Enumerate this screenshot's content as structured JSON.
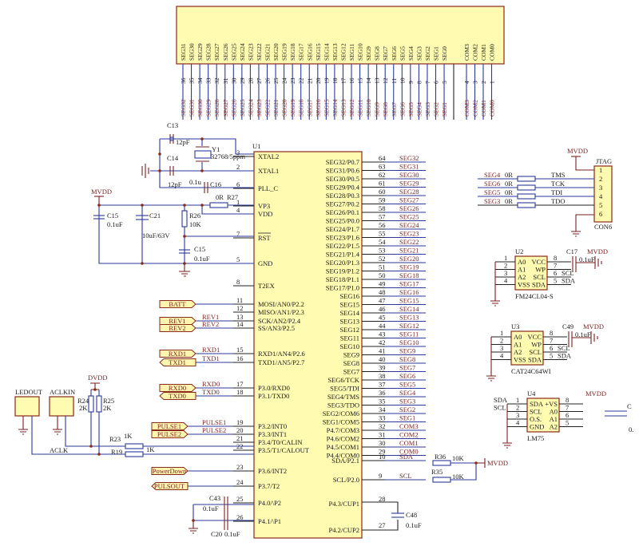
{
  "diagram": {
    "type": "electronic-schematic",
    "lcd": {
      "top_labels": [
        "SEG31",
        "SEG30",
        "SEG29",
        "SEG28",
        "SEG27",
        "SEG26",
        "SEG25",
        "SEG24",
        "SEG23",
        "SEG22",
        "SEG21",
        "SEG20",
        "SEG19",
        "SEG18",
        "SEG17",
        "SEG16",
        "SEG15",
        "SEG14",
        "SEG13",
        "SEG12",
        "SEG11",
        "SEG10",
        "SEG9",
        "SEG8",
        "SEG7",
        "SEG6",
        "SEG5",
        "SEG4",
        "SEG3",
        "SEG2",
        "SEG1",
        "SEG0"
      ],
      "com_labels": [
        "COM3",
        "COM2",
        "COM1",
        "COM0"
      ],
      "seg_pins": [
        "36",
        "35",
        "34",
        "33",
        "32",
        "31",
        "30",
        "29",
        "28",
        "27",
        "26",
        "25",
        "24",
        "23",
        "22",
        "21",
        "20",
        "19",
        "18",
        "17",
        "16",
        "15",
        "14",
        "13",
        "12",
        "11",
        "10",
        "9",
        "8",
        "7",
        "6",
        "5"
      ],
      "seg_nets": [
        "SEG32",
        "SEG31",
        "SEG30",
        "SEG29",
        "SEG28",
        "SEG27",
        "SEG26",
        "SEG25",
        "SEG24",
        "SEG23",
        "SEG22",
        "SEG21",
        "SEG20",
        "SEG19",
        "SEG18",
        "SEG17",
        "SEG16",
        "SEG15",
        "SEG14",
        "SEG13",
        "SEG12",
        "SEG11",
        "SEG10",
        "SEG9",
        "SEG8",
        "SEG7",
        "SEG6",
        "SEG5",
        "SEG4",
        "SEG3",
        "SEG2",
        "SEG1"
      ],
      "com_pins": [
        "4",
        "3",
        "2",
        "1"
      ],
      "com_nets": [
        "COM3",
        "COM2",
        "COM1",
        "COM0"
      ]
    },
    "u1": {
      "ref": "U1",
      "left_pins": [
        {
          "num": "3",
          "name": "XTAL2"
        },
        {
          "num": "2",
          "name": "XTAL1"
        },
        {
          "num": "6",
          "name": "PLL_C"
        },
        {
          "num": "1",
          "name": "VP3"
        },
        {
          "num": "4",
          "name": "VDD"
        },
        {
          "num": "7",
          "name": "RST"
        },
        {
          "num": "5",
          "name": "GND"
        },
        {
          "num": "8",
          "name": "T2EX"
        },
        {
          "num": "11",
          "name": "MOSI/AN0/P2.2"
        },
        {
          "num": "12",
          "name": "MISO/AN1/P2.3"
        },
        {
          "num": "13",
          "name": "SCK/AN2/P2.4"
        },
        {
          "num": "14",
          "name": "SS/AN3/P2.5"
        },
        {
          "num": "15",
          "name": "RXD1/AN4/P2.6"
        },
        {
          "num": "16",
          "name": "TXD1/AN5/P2.7"
        },
        {
          "num": "17",
          "name": "P3.0/RXD0"
        },
        {
          "num": "18",
          "name": "P3.1/TXD0"
        },
        {
          "num": "19",
          "name": "P3.2/INT0"
        },
        {
          "num": "20",
          "name": "P3.3/INT1"
        },
        {
          "num": "21",
          "name": "P3.4/T0/CALIN"
        },
        {
          "num": "22",
          "name": "P3.5/T1/CALOUT"
        },
        {
          "num": "23",
          "name": "P3.6/INT2"
        },
        {
          "num": "24",
          "name": "P3.7/T2"
        },
        {
          "num": "25",
          "name": "P4.0/\\P2"
        },
        {
          "num": "26",
          "name": "P4.1/\\P1"
        }
      ],
      "right_pins": [
        {
          "num": "64",
          "name": "SEG32/P0.7",
          "net": "SEG32"
        },
        {
          "num": "63",
          "name": "SEG31/P0.6",
          "net": "SEG31"
        },
        {
          "num": "62",
          "name": "SEG30/P0.5",
          "net": "SEG30"
        },
        {
          "num": "61",
          "name": "SEG29/P0.4",
          "net": "SEG29"
        },
        {
          "num": "60",
          "name": "SEG28/P0.3",
          "net": "SEG28"
        },
        {
          "num": "59",
          "name": "SEG27/P0.2",
          "net": "SEG27"
        },
        {
          "num": "58",
          "name": "SEG26/P0.1",
          "net": "SEG26"
        },
        {
          "num": "57",
          "name": "SEG25/P0.0",
          "net": "SEG25"
        },
        {
          "num": "56",
          "name": "SEG24/P1.7",
          "net": "SEG24"
        },
        {
          "num": "55",
          "name": "SEG23/P1.6",
          "net": "SEG23"
        },
        {
          "num": "54",
          "name": "SEG22/P1.5",
          "net": "SEG22"
        },
        {
          "num": "53",
          "name": "SEG21/P1.4",
          "net": "SEG21"
        },
        {
          "num": "52",
          "name": "SEG20/P1.3",
          "net": "SEG20"
        },
        {
          "num": "51",
          "name": "SEG19/P1.2",
          "net": "SEG19"
        },
        {
          "num": "50",
          "name": "SEG18/P1.1",
          "net": "SEG18"
        },
        {
          "num": "49",
          "name": "SEG17/P1.0",
          "net": "SEG17"
        },
        {
          "num": "48",
          "name": "SEG16",
          "net": "SEG16"
        },
        {
          "num": "47",
          "name": "SEG15",
          "net": "SEG15"
        },
        {
          "num": "46",
          "name": "SEG14",
          "net": "SEG14"
        },
        {
          "num": "45",
          "name": "SEG13",
          "net": "SEG13"
        },
        {
          "num": "44",
          "name": "SEG12",
          "net": "SEG12"
        },
        {
          "num": "43",
          "name": "SEG11",
          "net": "SEG11"
        },
        {
          "num": "42",
          "name": "SEG10",
          "net": "SEG10"
        },
        {
          "num": "41",
          "name": "SEG9",
          "net": "SEG9"
        },
        {
          "num": "40",
          "name": "SEG8",
          "net": "SEG8"
        },
        {
          "num": "39",
          "name": "SEG7",
          "net": "SEG7"
        },
        {
          "num": "38",
          "name": "SEG6/TCK",
          "net": "SEG6"
        },
        {
          "num": "37",
          "name": "SEG5/TDI",
          "net": "SEG5"
        },
        {
          "num": "36",
          "name": "SEG4/TMS",
          "net": "SEG4"
        },
        {
          "num": "35",
          "name": "SEG3/TDO",
          "net": "SEG3"
        },
        {
          "num": "34",
          "name": "SEG2/COM6",
          "net": "SEG2"
        },
        {
          "num": "33",
          "name": "SEG1/COM5",
          "net": "SEG1"
        },
        {
          "num": "32",
          "name": "P4.7/COM3",
          "net": "COM3"
        },
        {
          "num": "31",
          "name": "P4.6/COM2",
          "net": "COM2"
        },
        {
          "num": "30",
          "name": "P4.5/COM1",
          "net": "COM1"
        },
        {
          "num": "29",
          "name": "P4.4/COM0",
          "net": "COM0"
        },
        {
          "num": "10",
          "name": "SDA/P2.1",
          "net": "SDA"
        },
        {
          "num": "9",
          "name": "SCL/P2.0",
          "net": "SCL"
        },
        {
          "num": "28",
          "name": "P4.3/CUP1",
          "net": ""
        },
        {
          "num": "27",
          "name": "P4.2/CUP2",
          "net": ""
        }
      ]
    },
    "crystal": {
      "c13": "C13",
      "c13_val": "12pF",
      "c14": "C14",
      "c14_val": "12pF",
      "y1": "Y1",
      "y1_val": "32768/5ppm",
      "c16": "C16",
      "c16_val": "0.1u"
    },
    "power": {
      "mvdd": "MVDD",
      "dvdd": "DVDD",
      "c15a": "C15",
      "c15a_val": "0.1uF",
      "c21": "C21",
      "c21_val": "10uF/63V",
      "r26": "R26",
      "r26_val": "10K",
      "r27": "R27",
      "r27_val": "0R",
      "c15b": "C15",
      "c15b_val": "0.1uF"
    },
    "ports": {
      "batt": "BATT",
      "rev1": "REV1",
      "rev2": "REV2",
      "rxd1": "RXD1",
      "txd1": "TXD1",
      "rxd0": "RXD0",
      "txd0": "TXD0",
      "pulse1": "PULSE1",
      "pulse2": "PULSE2",
      "powerdown": "PowerDown",
      "pulsout": "PULSOUT"
    },
    "nets": {
      "rev1": "REV1",
      "rev2": "REV2",
      "rxd1": "RXD1",
      "txd1": "TXD1",
      "rxd0": "RXD0",
      "txd0": "TXD0",
      "pulse1": "PULSE1",
      "pulse2": "PULSE2",
      "aclk": "ACLK",
      "sda": "SDA",
      "scl": "SCL"
    },
    "clock_in": {
      "ledout": "LEDOUT",
      "aclkin": "ACLKIN",
      "r24": "R24",
      "r24_val": "2K",
      "r25": "R25",
      "r25_val": "2K",
      "r23": "R23",
      "r23_val": "1K",
      "r19": "R19",
      "r19_val": "1K"
    },
    "bottom": {
      "c43": "C43",
      "c43_val": "0.1uF",
      "c20": "C20",
      "c20_val": "0.1uF",
      "c48": "C48",
      "c48_val": "0.1uF",
      "r36": "R36",
      "r36_val": "10K",
      "r35": "R35",
      "r35_val": "10K"
    },
    "jtag": {
      "title": "JTAG",
      "ref": "CON6",
      "pins": [
        "1",
        "2",
        "3",
        "4",
        "5",
        "6"
      ],
      "res_val": "0R",
      "inputs": [
        "SEG4",
        "SEG6",
        "SEG5",
        "SEG3"
      ],
      "signals": [
        "TMS",
        "TCK",
        "TDI",
        "TDO"
      ]
    },
    "u2": {
      "ref": "U2",
      "part": "FM24CL04-S",
      "left": [
        "A0",
        "A1",
        "A2",
        "VSS"
      ],
      "right": [
        "VCC",
        "WP",
        "SCL",
        "SDA"
      ],
      "pins_l": [
        "1",
        "2",
        "3",
        "4"
      ],
      "pins_r": [
        "8",
        "7",
        "6",
        "5"
      ],
      "nets": [
        "",
        "",
        "SCL",
        "SDA"
      ],
      "cap": "C17",
      "cap_val": "0.1uF",
      "supply": "MVDD"
    },
    "u3": {
      "ref": "U3",
      "part": "CAT24C64WI",
      "left": [
        "A0",
        "A1",
        "A2",
        "VSS"
      ],
      "right": [
        "VCC",
        "WP",
        "SCL",
        "SDA"
      ],
      "pins_l": [
        "1",
        "2",
        "3",
        "4"
      ],
      "pins_r": [
        "8",
        "7",
        "6",
        "5"
      ],
      "nets": [
        "",
        "",
        "SCL",
        "SDA"
      ],
      "cap": "C49",
      "cap_val": "0.1uF",
      "supply": "MVDD"
    },
    "u4": {
      "ref": "U4",
      "part": "LM75",
      "left": [
        "SDA",
        "SCL",
        "O.S.",
        "GND"
      ],
      "right": [
        "+VS",
        "A0",
        "A1",
        "A2"
      ],
      "pins_l": [
        "1",
        "2",
        "3",
        "4"
      ],
      "pins_r": [
        "8",
        "7",
        "6",
        "5"
      ],
      "nets_l": [
        "SDA",
        "SCL",
        "",
        ""
      ],
      "cap": "C",
      "cap_val": "0.",
      "supply": "MVDD"
    }
  }
}
